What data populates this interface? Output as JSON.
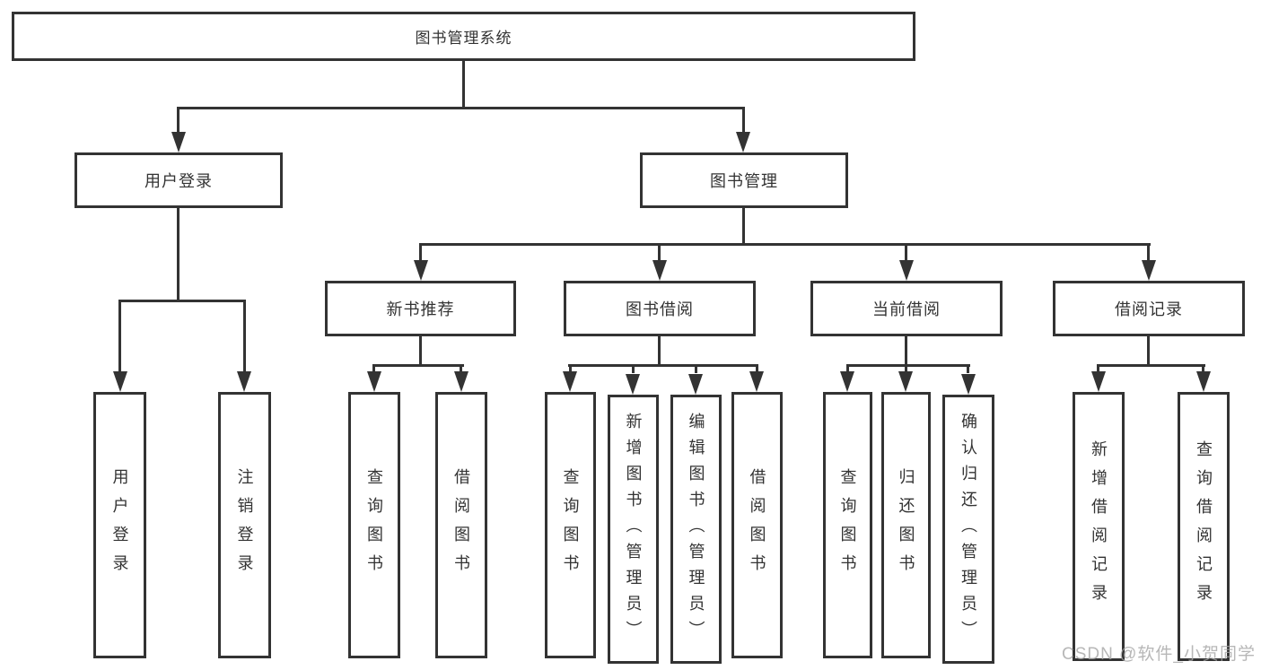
{
  "diagram": {
    "type": "hierarchy",
    "tree": {
      "label": "图书管理系统",
      "children": [
        {
          "label": "用户登录",
          "children": [
            {
              "label": "用户登录"
            },
            {
              "label": "注销登录"
            }
          ]
        },
        {
          "label": "图书管理",
          "children": [
            {
              "label": "新书推荐",
              "children": [
                {
                  "label": "查询图书"
                },
                {
                  "label": "借阅图书"
                }
              ]
            },
            {
              "label": "图书借阅",
              "children": [
                {
                  "label": "查询图书"
                },
                {
                  "label": "新增图书（管理员）"
                },
                {
                  "label": "编辑图书（管理员）"
                },
                {
                  "label": "借阅图书"
                }
              ]
            },
            {
              "label": "当前借阅",
              "children": [
                {
                  "label": "查询图书"
                },
                {
                  "label": "归还图书"
                },
                {
                  "label": "确认归还（管理员）"
                }
              ]
            },
            {
              "label": "借阅记录",
              "children": [
                {
                  "label": "新增借阅记录"
                },
                {
                  "label": "查询借阅记录"
                }
              ]
            }
          ]
        }
      ]
    },
    "colors": {
      "line": "#333333",
      "text": "#333333",
      "background": "#ffffff",
      "watermark": "#a5a5a5"
    }
  },
  "watermark": {
    "text": "CSDN @软件_小贺同学"
  }
}
